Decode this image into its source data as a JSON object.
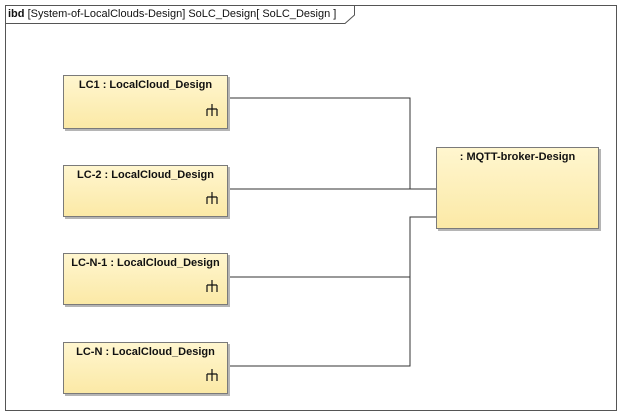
{
  "diagram": {
    "frame": {
      "kind": "ibd",
      "title": "[System-of-LocalClouds-Design] SoLC_Design[ SoLC_Design ]"
    },
    "parts": [
      {
        "id": "lc1",
        "label": "LC1 : LocalCloud_Design",
        "icon": "decomposition-icon"
      },
      {
        "id": "lc2",
        "label": "LC-2 : LocalCloud_Design",
        "icon": "decomposition-icon"
      },
      {
        "id": "lcn1",
        "label": "LC-N-1 : LocalCloud_Design",
        "icon": "decomposition-icon"
      },
      {
        "id": "lcn",
        "label": "LC-N : LocalCloud_Design",
        "icon": "decomposition-icon"
      },
      {
        "id": "mqtt",
        "label": ": MQTT-broker-Design"
      }
    ],
    "connectors": [
      {
        "from": "lc1",
        "to": "mqtt"
      },
      {
        "from": "lc2",
        "to": "mqtt"
      },
      {
        "from": "lcn1",
        "to": "mqtt"
      },
      {
        "from": "lcn",
        "to": "mqtt"
      }
    ],
    "colors": {
      "part_fill": "#fbe9a6",
      "border": "#7a7a7a",
      "line": "#333333"
    }
  }
}
